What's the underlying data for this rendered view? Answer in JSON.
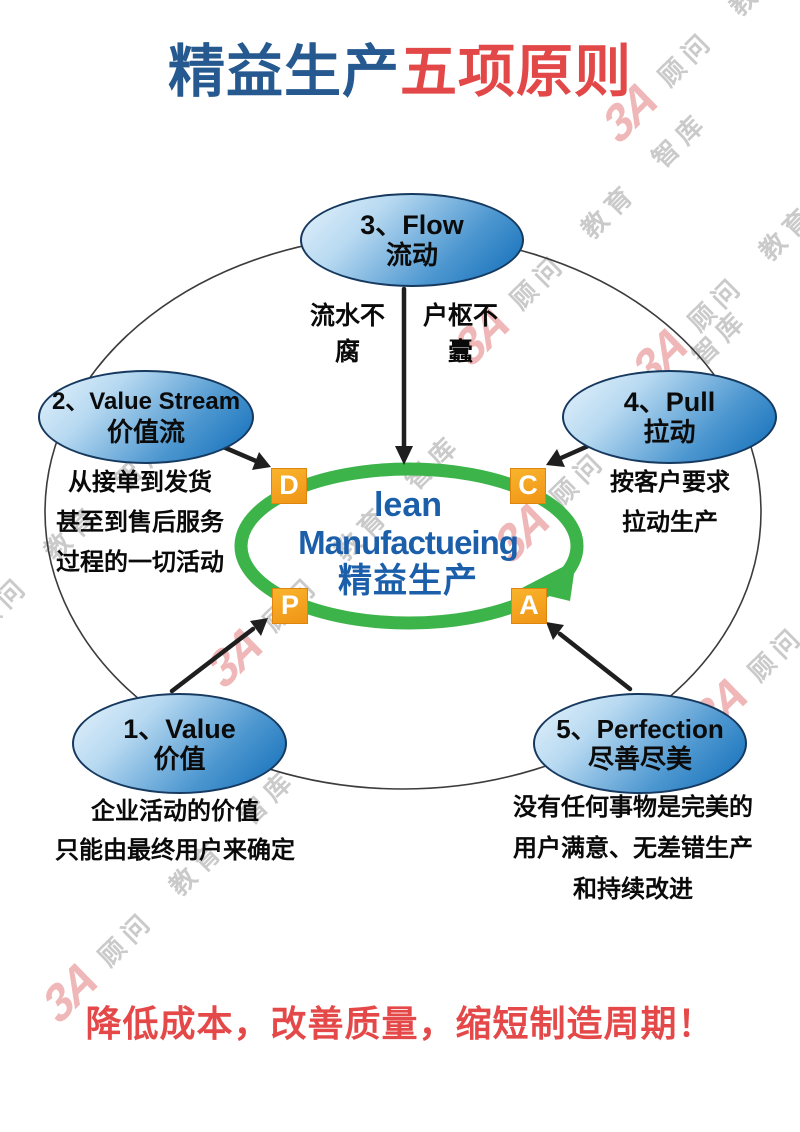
{
  "title": {
    "blue": "精益生产",
    "red": "五项原则"
  },
  "center": {
    "en1": "lean",
    "en2": "Manufactueing",
    "cn": "精益生产",
    "pdca": {
      "d": "D",
      "c": "C",
      "p": "P",
      "a": "A"
    }
  },
  "nodes": [
    {
      "title": "3、Flow",
      "subtitle": "流动",
      "desc": [
        "流水不腐",
        "户枢不蠹"
      ]
    },
    {
      "title": "2、Value Stream",
      "subtitle": "价值流",
      "desc": [
        "从接单到发货",
        "甚至到售后服务",
        "过程的一切活动"
      ]
    },
    {
      "title": "4、Pull",
      "subtitle": "拉动",
      "desc": [
        "按客户要求",
        "拉动生产"
      ]
    },
    {
      "title": "1、Value",
      "subtitle": "价值",
      "desc": [
        "企业活动的价值",
        "只能由最终用户来确定"
      ]
    },
    {
      "title": "5、Perfection",
      "subtitle": "尽善尽美",
      "desc": [
        "没有任何事物是完美的",
        "用户满意、无差错生产",
        "和持续改进"
      ]
    }
  ],
  "slogan": "降低成本，改善质量，缩短制造周期！",
  "watermark": {
    "logo": "3A",
    "text": "顾问 教育 智库"
  },
  "colors": {
    "title_blue": "#25598f",
    "title_red": "#e24848",
    "node_blue_dark": "#0e6cb8",
    "node_blue_light": "#e6f3fc",
    "node_border": "#16395f",
    "green_cycle": "#3cb44a",
    "orange_box": "#f5a01f",
    "center_text_blue": "#1b5ea9",
    "arrow_black": "#1f1f1f",
    "slogan_red": "#e54848"
  }
}
